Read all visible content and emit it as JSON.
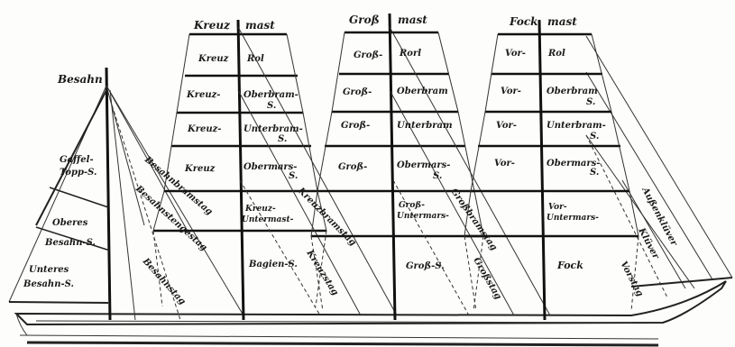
{
  "masts": {
    "kreuz": "Kreuz",
    "gross": "Groß",
    "fock": "Fock",
    "mast_suffix": "mast",
    "besahn": "Besahn"
  },
  "sails": {
    "kreuz_royal_a": "Kreuz",
    "kreuz_royal_b": "Rol",
    "kreuz_obb_a": "Kreuz-",
    "kreuz_obb_b": "Oberbram-",
    "kreuz_ub_a": "Kreuz-",
    "kreuz_ub_b": "Unterbram-",
    "kreuz_obm_a": "Kreuz",
    "kreuz_obm_b": "Obermars-",
    "kreuz_um_a": "Kreuz-",
    "kreuz_um_b": "Untermast-",
    "bagien": "Bagien-S.",
    "s_suffix": "S.",
    "gross_royal_a": "Groß-",
    "gross_royal_b": "Rorl",
    "gross_obb_a": "Groß-",
    "gross_obb_b": "Oberbram",
    "gross_ub_a": "Groß-",
    "gross_ub_b": "Unterbram",
    "gross_obm_a": "Groß-",
    "gross_obm_b": "Obermars-",
    "gross_um_a": "Groß-",
    "gross_um_b": "Untermars-",
    "gross_s": "Groß-S.",
    "vor_royal_a": "Vor-",
    "vor_royal_b": "Rol",
    "vor_obb_a": "Vor-",
    "vor_obb_b": "Oberbram",
    "vor_ub_a": "Vor-",
    "vor_ub_b": "Unterbram-",
    "vor_obm_a": "Vor-",
    "vor_obm_b": "Obermars-",
    "vor_um_a": "Vor-",
    "vor_um_b": "Untermars-",
    "fock": "Fock",
    "gaffel_a": "Gaffel-",
    "gaffel_b": "Topp-S.",
    "oberes_a": "Oberes",
    "oberes_b": "Besahn-S.",
    "unteres_a": "Unteres",
    "unteres_b": "Besahn-S."
  },
  "stays": {
    "besahnbramstag": "Besahnbramstag",
    "besahnstengestag": "Besahnstengestag",
    "besahnstag": "Besahnstag",
    "kreuzbramstag": "Kreuzbramstag",
    "kreuzstag": "Kreuzstag",
    "grossbramstag": "Großbramstag",
    "grossstag": "Großstag",
    "aussenklüver": "Außenklüver",
    "klüver": "Klüver",
    "vorstag": "Vorstag"
  }
}
